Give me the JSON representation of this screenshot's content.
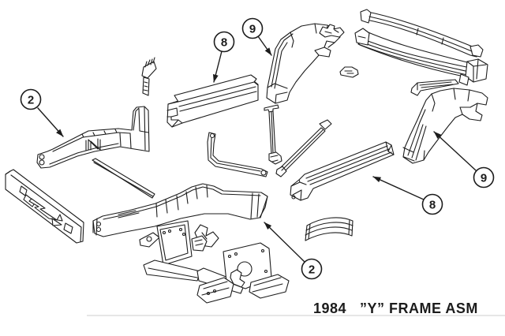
{
  "figure": {
    "caption": {
      "year": "1984",
      "title": "”Y” FRAME ASM"
    },
    "callouts": [
      {
        "label": "2"
      },
      {
        "label": "8"
      },
      {
        "label": "9"
      },
      {
        "label": "9"
      },
      {
        "label": "8"
      },
      {
        "label": "2"
      }
    ]
  },
  "colors": {
    "ink": "#1c1c1c",
    "background": "#ffffff",
    "separator": "#d6d6d6"
  }
}
